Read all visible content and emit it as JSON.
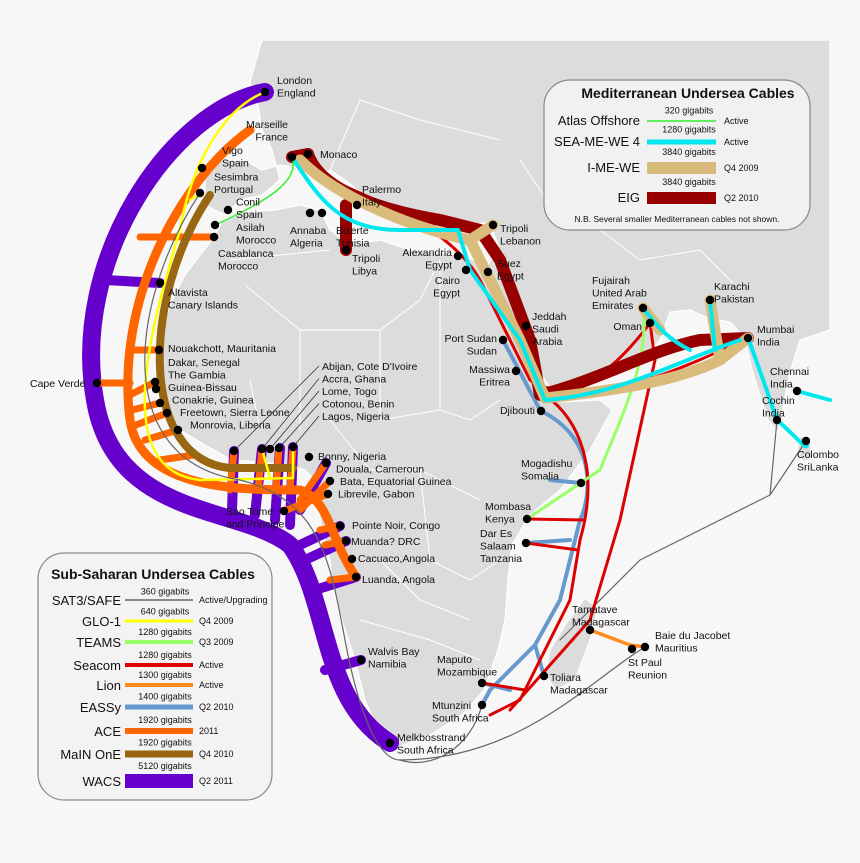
{
  "mediterranean_legend": {
    "title": "Mediterranean Undersea Cables",
    "note": "N.B. Several smaller Mediterranean cables not shown.",
    "items": [
      {
        "name": "Atlas Offshore",
        "capacity": "320 gigabits",
        "status": "Active",
        "color": "#33ee33"
      },
      {
        "name": "SEA-ME-WE 4",
        "capacity": "1280 gigabits",
        "status": "Active",
        "color": "#00e8ee"
      },
      {
        "name": "I-ME-WE",
        "capacity": "3840 gigabits",
        "status": "Q4 2009",
        "color": "#d9bc7c"
      },
      {
        "name": "EIG",
        "capacity": "3840 gigabits",
        "status": "Q2 2010",
        "color": "#990000"
      }
    ]
  },
  "subsaharan_legend": {
    "title": "Sub-Saharan Undersea Cables",
    "items": [
      {
        "name": "SAT3/SAFE",
        "capacity": "360 gigabits",
        "status": "Active/Upgrading",
        "color": "#666666"
      },
      {
        "name": "GLO-1",
        "capacity": "640 gigabits",
        "status": "Q4 2009",
        "color": "#ffff00"
      },
      {
        "name": "TEAMS",
        "capacity": "1280 gigabits",
        "status": "Q3 2009",
        "color": "#99ff66"
      },
      {
        "name": "Seacom",
        "capacity": "1280 gigabits",
        "status": "Active",
        "color": "#dd0000"
      },
      {
        "name": "Lion",
        "capacity": "1300 gigabits",
        "status": "Active",
        "color": "#ff8c1a"
      },
      {
        "name": "EASSy",
        "capacity": "1400 gigabits",
        "status": "Q2 2010",
        "color": "#6699cc"
      },
      {
        "name": "ACE",
        "capacity": "1920 gigabits",
        "status": "2011",
        "color": "#ff6600"
      },
      {
        "name": "MaIN OnE",
        "capacity": "1920 gigabits",
        "status": "Q4 2010",
        "color": "#996611"
      },
      {
        "name": "WACS",
        "capacity": "5120 gigabits",
        "status": "Q2 2011",
        "color": "#6600cc"
      }
    ]
  },
  "cities": [
    {
      "lines": [
        "London",
        "England"
      ]
    },
    {
      "lines": [
        "Marseille",
        "France"
      ]
    },
    {
      "lines": [
        "Monaco"
      ]
    },
    {
      "lines": [
        "Vigo",
        "Spain"
      ]
    },
    {
      "lines": [
        "Sesimbra",
        "Portugal"
      ]
    },
    {
      "lines": [
        "Conil",
        "Spain"
      ]
    },
    {
      "lines": [
        "Asilah",
        "Morocco"
      ]
    },
    {
      "lines": [
        "Casablanca",
        "Morocco"
      ]
    },
    {
      "lines": [
        "Annaba",
        "Algeria"
      ]
    },
    {
      "lines": [
        "Bizerte",
        "Tunisia"
      ]
    },
    {
      "lines": [
        "Palermo",
        "Italy"
      ]
    },
    {
      "lines": [
        "Tripoli",
        "Libya"
      ]
    },
    {
      "lines": [
        "Tripoli",
        "Lebanon"
      ]
    },
    {
      "lines": [
        "Alexandria",
        "Egypt"
      ]
    },
    {
      "lines": [
        "Suez",
        "Egypt"
      ]
    },
    {
      "lines": [
        "Cairo",
        "Egypt"
      ]
    },
    {
      "lines": [
        "Jeddah",
        "Saudi",
        "Arabia"
      ]
    },
    {
      "lines": [
        "Port Sudan",
        "Sudan"
      ]
    },
    {
      "lines": [
        "Massiwa",
        "Eritrea"
      ]
    },
    {
      "lines": [
        "Djibouti"
      ]
    },
    {
      "lines": [
        "Fujairah",
        "United Arab",
        "Emirates"
      ]
    },
    {
      "lines": [
        "Oman"
      ]
    },
    {
      "lines": [
        "Karachi",
        "Pakistan"
      ]
    },
    {
      "lines": [
        "Mumbai",
        "India"
      ]
    },
    {
      "lines": [
        "Chennai",
        "India"
      ]
    },
    {
      "lines": [
        "Cochin",
        "India"
      ]
    },
    {
      "lines": [
        "Colombo",
        "SriLanka"
      ]
    },
    {
      "lines": [
        "Altavista",
        "Canary Islands"
      ]
    },
    {
      "lines": [
        "Cape Verde"
      ]
    },
    {
      "lines": [
        "Nouakchott, Mauritania"
      ]
    },
    {
      "lines": [
        "Dakar, Senegal",
        "The Gambia"
      ]
    },
    {
      "lines": [
        "Guinea-Bissau"
      ]
    },
    {
      "lines": [
        "Conakrie, Guinea"
      ]
    },
    {
      "lines": [
        "Freetown, Sierra Leone"
      ]
    },
    {
      "lines": [
        "Monrovia, Liberia"
      ]
    },
    {
      "lines": [
        "Abijan, Cote D'Ivoire"
      ]
    },
    {
      "lines": [
        "Accra, Ghana"
      ]
    },
    {
      "lines": [
        "Lome, Togo"
      ]
    },
    {
      "lines": [
        "Cotonou, Benin"
      ]
    },
    {
      "lines": [
        "Lagos, Nigeria"
      ]
    },
    {
      "lines": [
        "Bonny, Nigeria"
      ]
    },
    {
      "lines": [
        "Douala, Cameroun"
      ]
    },
    {
      "lines": [
        "Bata, Equatorial Guinea"
      ]
    },
    {
      "lines": [
        "Librevile, Gabon"
      ]
    },
    {
      "lines": [
        "Sao Tome",
        "and Principe"
      ]
    },
    {
      "lines": [
        "Pointe Noir, Congo"
      ]
    },
    {
      "lines": [
        "Muanda? DRC"
      ]
    },
    {
      "lines": [
        "Cacuaco,Angola"
      ]
    },
    {
      "lines": [
        "Luanda, Angola"
      ]
    },
    {
      "lines": [
        "Walvis Bay",
        "Namibia"
      ]
    },
    {
      "lines": [
        "Melkbosstrand",
        "South Africa"
      ]
    },
    {
      "lines": [
        "Maputo",
        "Mozambique"
      ]
    },
    {
      "lines": [
        "Mtunzini",
        "South Africa"
      ]
    },
    {
      "lines": [
        "Toliara",
        "Madagascar"
      ]
    },
    {
      "lines": [
        "Tamatave",
        "Madagascar"
      ]
    },
    {
      "lines": [
        "Baie du Jacobet",
        "Mauritius"
      ]
    },
    {
      "lines": [
        "St Paul",
        "Reunion"
      ]
    },
    {
      "lines": [
        "Mombasa",
        "Kenya"
      ]
    },
    {
      "lines": [
        "Dar Es",
        "Salaam",
        "Tanzania"
      ]
    },
    {
      "lines": [
        "Mogadishu",
        "Somalia"
      ]
    }
  ]
}
